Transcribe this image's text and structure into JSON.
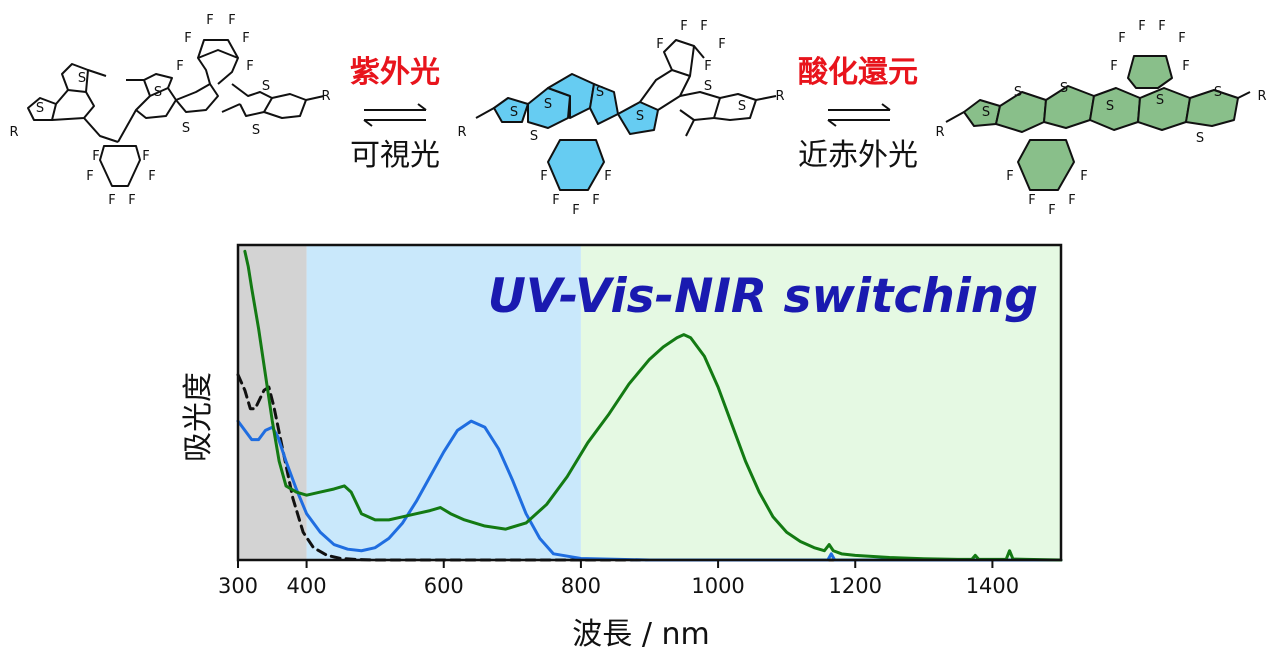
{
  "scheme": {
    "arrow1_top": "紫外光",
    "arrow1_bottom": "可視光",
    "arrow2_top": "酸化還元",
    "arrow2_bottom": "近赤外光",
    "highlight_colors": {
      "cyan": "#66ccf2",
      "green": "#89bf8a"
    },
    "atom_labels": {
      "S": "S",
      "F": "F",
      "R": "R"
    }
  },
  "chart_data": {
    "type": "line",
    "title": "UV-Vis-NIR switching",
    "xlabel": "波長 / nm",
    "ylabel": "吸光度",
    "xlim": [
      300,
      1500
    ],
    "ylim": [
      0,
      1
    ],
    "xticks": [
      300,
      400,
      600,
      800,
      1000,
      1200,
      1400
    ],
    "yticks_shown": false,
    "background_regions": [
      {
        "x": [
          300,
          400
        ],
        "color": "#d3d3d3"
      },
      {
        "x": [
          400,
          800
        ],
        "color": "#c9e8fb"
      },
      {
        "x": [
          800,
          1500
        ],
        "color": "#e5f9e3"
      }
    ],
    "series": [
      {
        "style": "dashed",
        "color": "#111111",
        "x": [
          300,
          310,
          318,
          325,
          338,
          345,
          352,
          365,
          380,
          395,
          410,
          430,
          450,
          470,
          500,
          600,
          800,
          1500
        ],
        "y": [
          0.6,
          0.55,
          0.49,
          0.49,
          0.55,
          0.56,
          0.5,
          0.36,
          0.2,
          0.09,
          0.04,
          0.015,
          0.005,
          0.002,
          0.0,
          0.0,
          0.0,
          0.0
        ]
      },
      {
        "style": "solid",
        "color": "#1f6de0",
        "x": [
          300,
          310,
          320,
          330,
          340,
          350,
          358,
          370,
          385,
          400,
          420,
          440,
          460,
          480,
          500,
          520,
          540,
          560,
          580,
          600,
          620,
          640,
          660,
          680,
          700,
          720,
          740,
          760,
          800,
          900,
          1100,
          1160,
          1165,
          1170,
          1200,
          1500
        ],
        "y": [
          0.45,
          0.42,
          0.39,
          0.39,
          0.42,
          0.43,
          0.4,
          0.32,
          0.23,
          0.15,
          0.09,
          0.05,
          0.035,
          0.03,
          0.04,
          0.07,
          0.12,
          0.19,
          0.27,
          0.35,
          0.42,
          0.45,
          0.43,
          0.36,
          0.26,
          0.15,
          0.07,
          0.02,
          0.005,
          0.0,
          0.0,
          0.0,
          0.02,
          0.0,
          0.0,
          0.0
        ]
      },
      {
        "style": "solid",
        "color": "#137a13",
        "x": [
          310,
          315,
          320,
          330,
          340,
          350,
          360,
          370,
          385,
          400,
          420,
          440,
          455,
          465,
          480,
          500,
          520,
          540,
          560,
          580,
          595,
          610,
          630,
          660,
          690,
          720,
          750,
          780,
          810,
          840,
          870,
          900,
          920,
          940,
          950,
          960,
          980,
          1000,
          1020,
          1040,
          1060,
          1080,
          1100,
          1120,
          1140,
          1155,
          1162,
          1168,
          1180,
          1200,
          1250,
          1300,
          1350,
          1370,
          1375,
          1380,
          1400,
          1420,
          1425,
          1430,
          1450,
          1480,
          1500
        ],
        "y": [
          1.0,
          0.95,
          0.88,
          0.75,
          0.6,
          0.45,
          0.32,
          0.24,
          0.22,
          0.21,
          0.22,
          0.23,
          0.24,
          0.22,
          0.15,
          0.13,
          0.13,
          0.14,
          0.15,
          0.16,
          0.17,
          0.15,
          0.13,
          0.11,
          0.1,
          0.12,
          0.18,
          0.27,
          0.38,
          0.47,
          0.57,
          0.65,
          0.69,
          0.72,
          0.73,
          0.72,
          0.66,
          0.56,
          0.44,
          0.32,
          0.22,
          0.14,
          0.09,
          0.06,
          0.04,
          0.03,
          0.05,
          0.03,
          0.02,
          0.015,
          0.008,
          0.004,
          0.002,
          0.002,
          0.015,
          0.002,
          0.002,
          0.002,
          0.03,
          0.003,
          0.002,
          0.001,
          0.0
        ]
      }
    ]
  }
}
